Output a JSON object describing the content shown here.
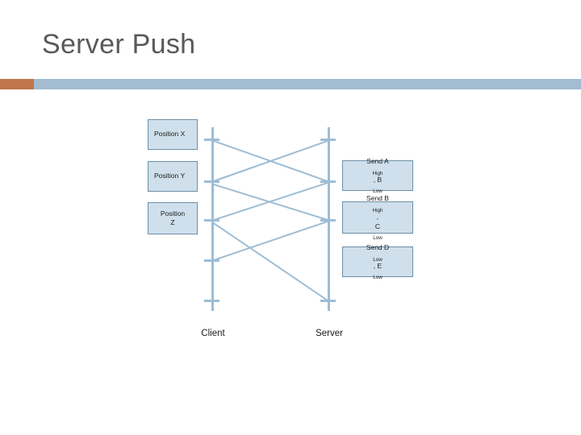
{
  "slide": {
    "title": "Server Push",
    "accent_color": "#c0764a",
    "bar_color": "#a3bcd2",
    "line_color": "#9dbdd4",
    "box_fill": "#cfe0ec",
    "box_border": "#6d8fa8"
  },
  "diagram": {
    "type": "sequence-diagram",
    "lifelines": [
      {
        "name": "client",
        "label": "Client"
      },
      {
        "name": "server",
        "label": "Server"
      }
    ],
    "client_boxes": [
      {
        "name": "position-x",
        "lines": [
          "Position X"
        ]
      },
      {
        "name": "position-y",
        "lines": [
          "Position Y"
        ]
      },
      {
        "name": "position-z",
        "lines": [
          "Position",
          "Z"
        ]
      }
    ],
    "server_boxes": [
      {
        "name": "send-a-high-b-low",
        "prefix": "Send A",
        "sub1": "High",
        "mid": ", B",
        "sub2": "Low",
        "suffix": ""
      },
      {
        "name": "send-b-high-c-low",
        "prefix": "Send B",
        "sub1": "High",
        "mid": ",",
        "sub2": "Low",
        "suffix": "C"
      },
      {
        "name": "send-d-low-e-low",
        "prefix": "Send D",
        "sub1": "Low",
        "mid": ", E",
        "sub2": "Low",
        "suffix": ""
      }
    ]
  }
}
